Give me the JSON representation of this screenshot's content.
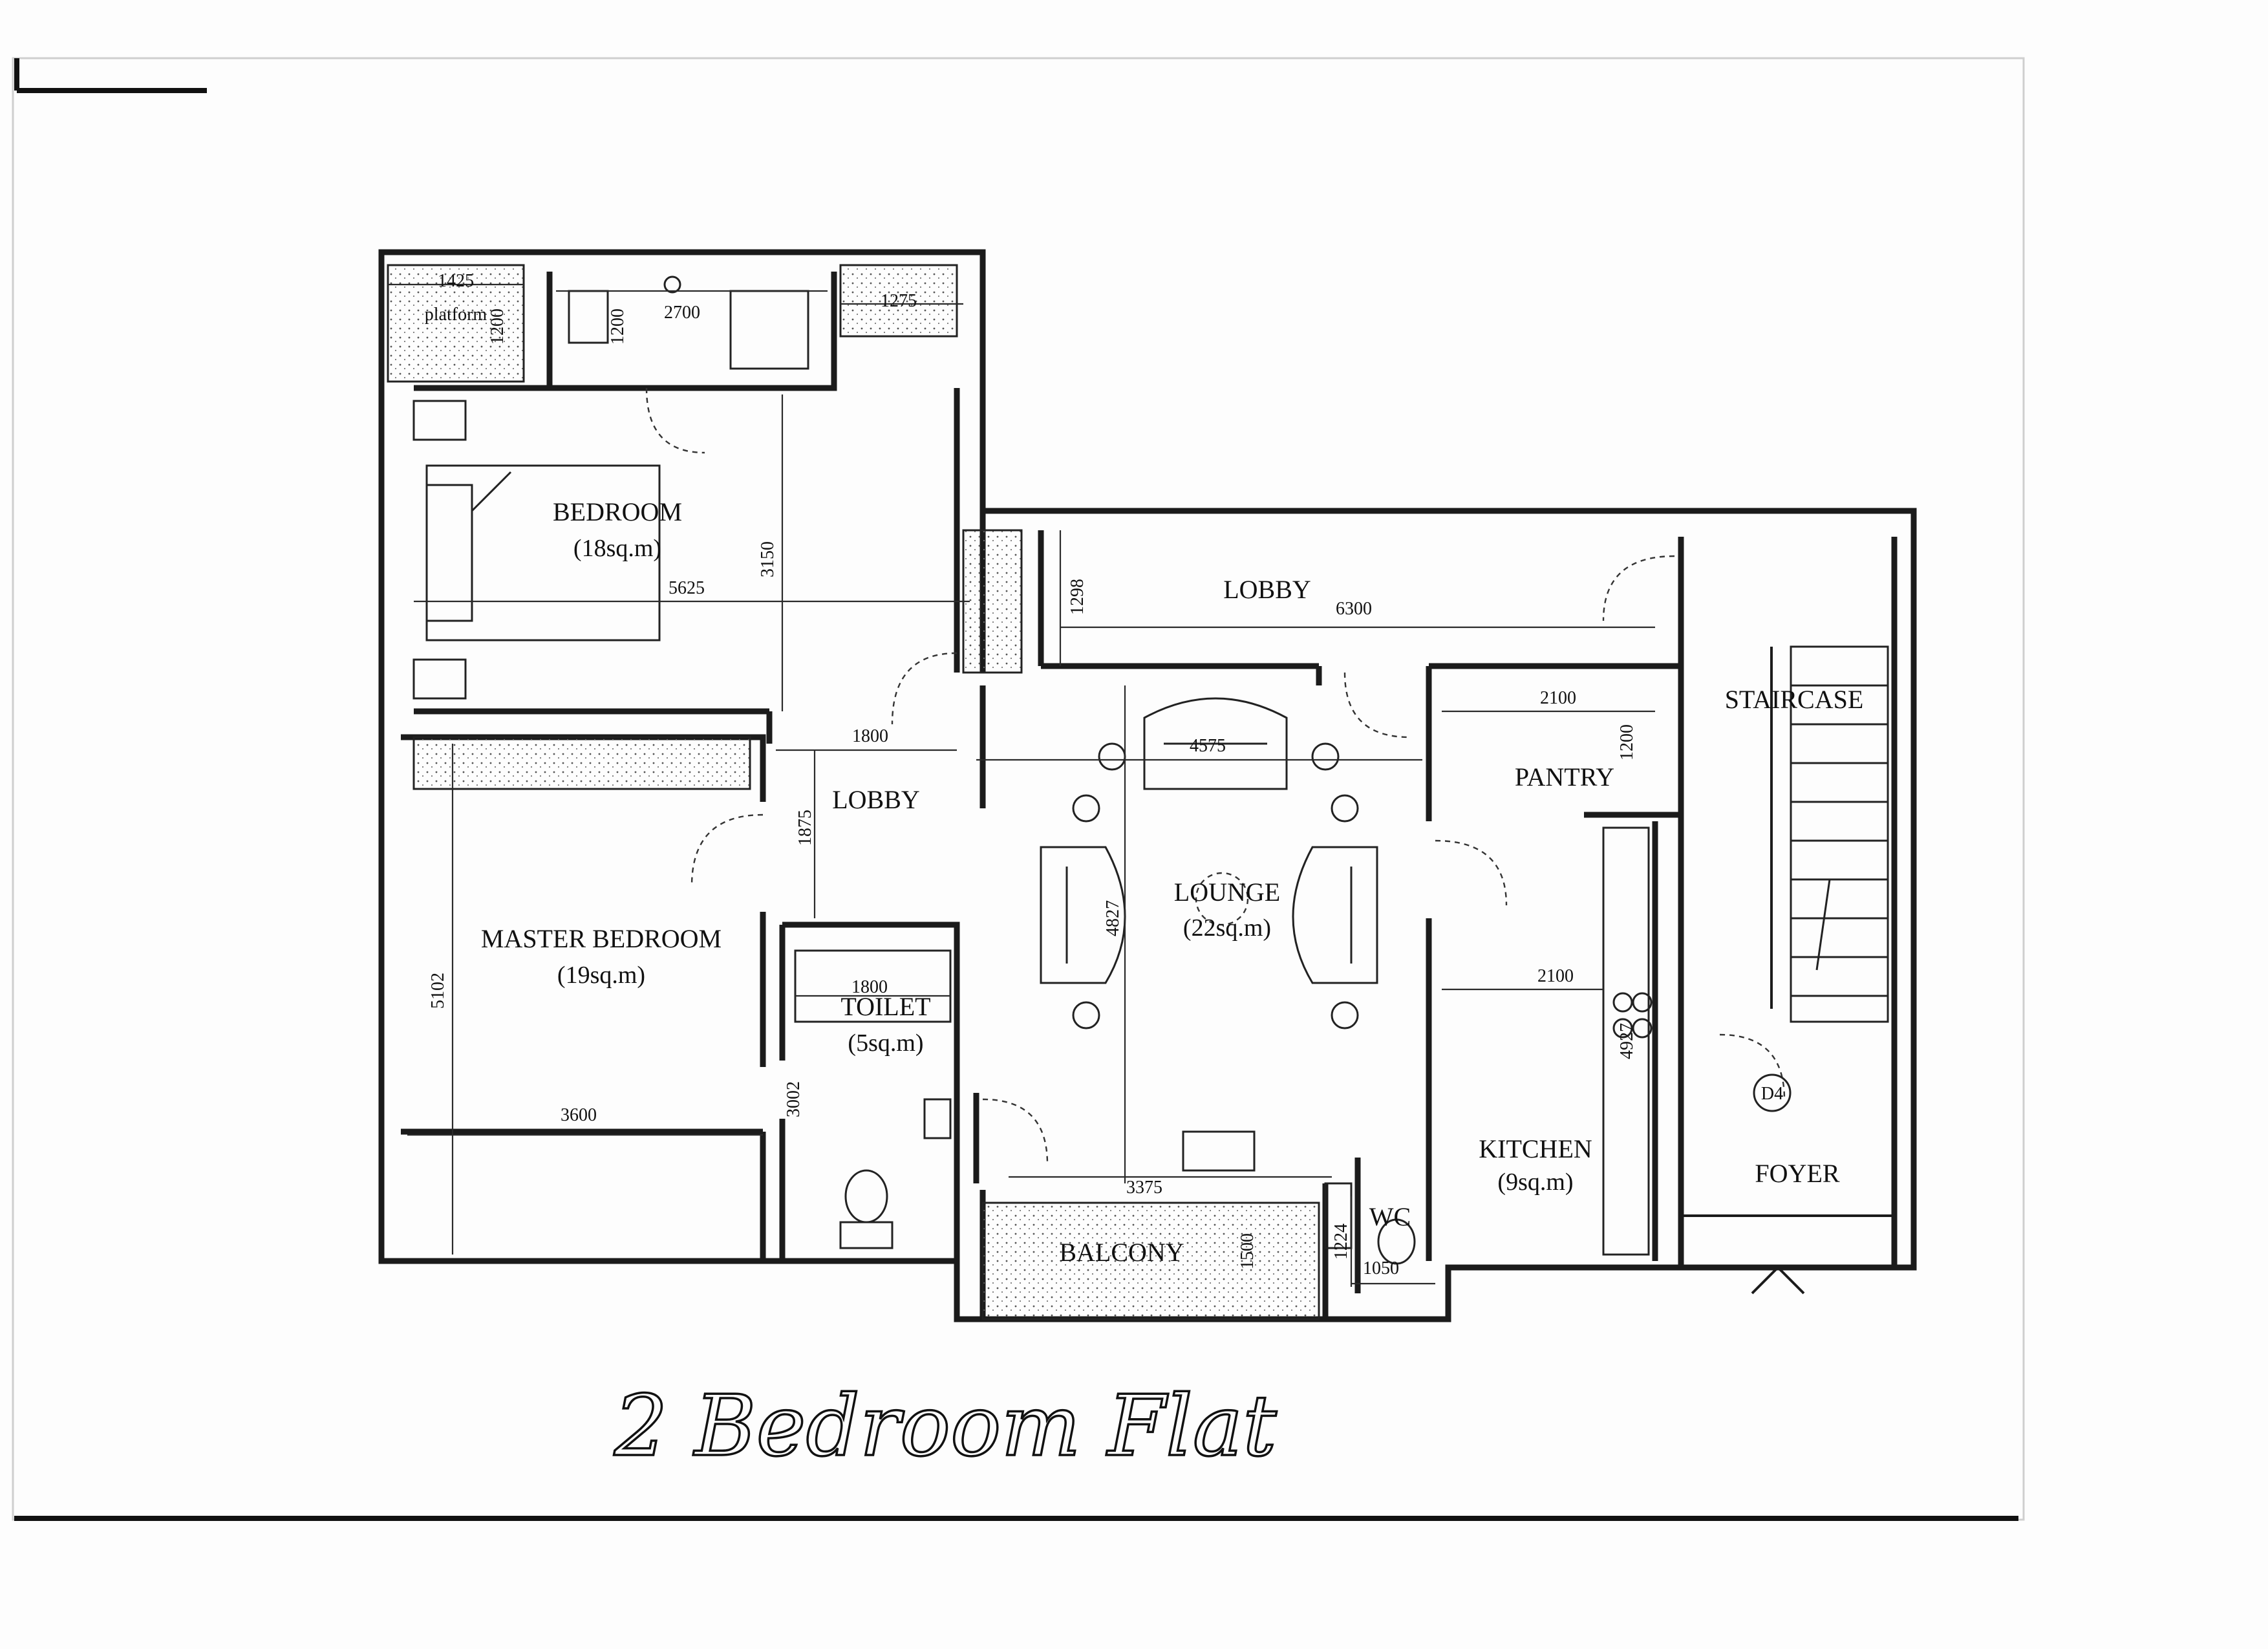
{
  "title": "2 Bedroom Flat",
  "rooms": {
    "bedroom": {
      "label": "BEDROOM",
      "area": "(18sq.m)"
    },
    "master_bedroom": {
      "label": "MASTER BEDROOM",
      "area": "(19sq.m)"
    },
    "lobby_top": {
      "label": "LOBBY"
    },
    "lobby_mid": {
      "label": "LOBBY"
    },
    "lounge": {
      "label": "LOUNGE",
      "area": "(22sq.m)"
    },
    "pantry": {
      "label": "PANTRY"
    },
    "staircase": {
      "label": "STAIRCASE"
    },
    "toilet": {
      "label": "TOILET",
      "area": "(5sq.m)"
    },
    "balcony": {
      "label": "BALCONY"
    },
    "wc": {
      "label": "WC"
    },
    "kitchen": {
      "label": "KITCHEN",
      "area": "(9sq.m)"
    },
    "foyer": {
      "label": "FOYER"
    },
    "door_tag": {
      "label": "D4"
    },
    "platform": {
      "label": "platform"
    }
  },
  "dimensions": {
    "d1425": "1425",
    "d1200a": "1200",
    "d1200b": "1200",
    "d2700": "2700",
    "d1275": "1275",
    "d5625": "5625",
    "d3150": "3150",
    "d1298": "1298",
    "d6300": "6300",
    "d1800a": "1800",
    "d4575": "4575",
    "d2100a": "2100",
    "d1200c": "1200",
    "d1875": "1875",
    "d4827": "4827",
    "d5102": "5102",
    "d1800b": "1800",
    "d2100b": "2100",
    "d4927": "4927",
    "d3002": "3002",
    "d3600": "3600",
    "d3375": "3375",
    "d1500": "1500",
    "d1224": "1224",
    "d1050": "1050"
  }
}
